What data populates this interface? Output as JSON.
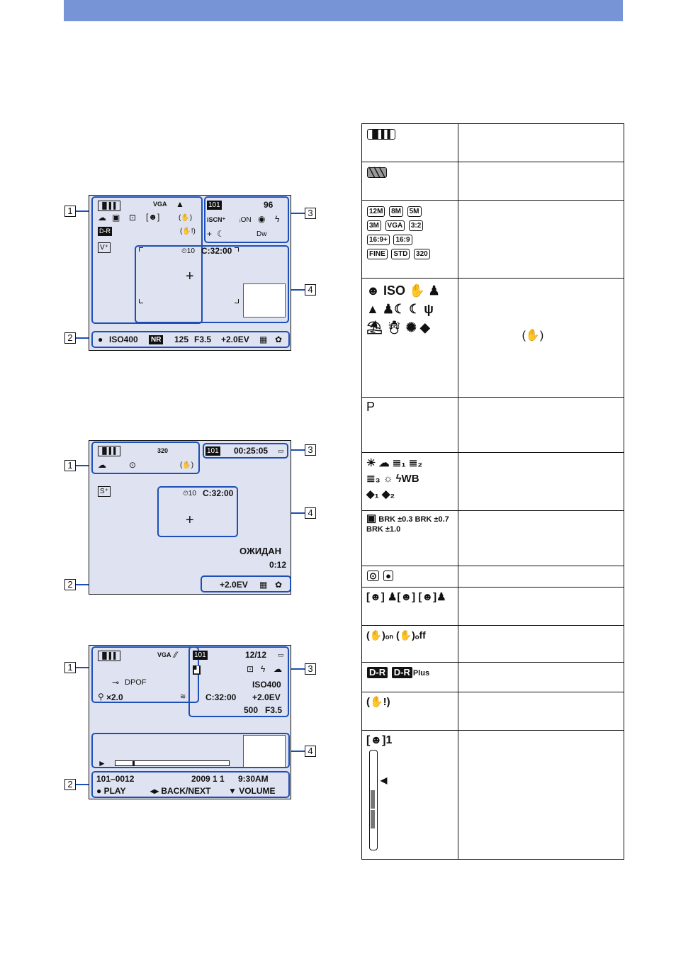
{
  "screen1": {
    "labels": [
      "1",
      "2",
      "3",
      "4"
    ],
    "battery": "▐▌▌▌",
    "vga": "VGA",
    "mountain": "▲",
    "folder": "101",
    "shots": "96",
    "timer": "C:32:00",
    "iso": "ISO400",
    "nr": "NR",
    "shutter": "125",
    "aperture": "F3.5",
    "ev": "+2.0EV",
    "dr": "D-R"
  },
  "screen2": {
    "labels": [
      "1",
      "2",
      "3",
      "4"
    ],
    "size": "320",
    "folder": "101",
    "time": "00:25:05",
    "timer": "C:32:00",
    "wait": "ОЖИДАН",
    "wait_time": "0:12",
    "ev": "+2.0EV"
  },
  "screen3": {
    "labels": [
      "1",
      "2",
      "3",
      "4"
    ],
    "vga": "VGA",
    "folder": "101",
    "count": "12/12",
    "dpof": "DPOF",
    "zoom": "×2.0",
    "timer": "C:32:00",
    "iso": "ISO400",
    "ev": "+2.0EV",
    "shutter": "500",
    "aperture": "F3.5",
    "file": "101–0012",
    "date": "2009  1  1",
    "clock": "9:30AM",
    "play": "● PLAY",
    "backnext": "◂▸ BACK/NEXT",
    "volume": "▼ VOLUME"
  },
  "legend": {
    "p_label": "P",
    "brk": [
      "BRK ±0.3",
      "BRK ±0.7",
      "BRK ±1.0"
    ],
    "dr1": "D-R",
    "dr2": "D-R",
    "dr2_sub": "Plus",
    "face_level": "1",
    "sizes": [
      "12M",
      "8M",
      "5M",
      "3M",
      "VGA",
      "3:2",
      "16:9+",
      "16:9",
      "FINE",
      "STD",
      "320"
    ]
  }
}
